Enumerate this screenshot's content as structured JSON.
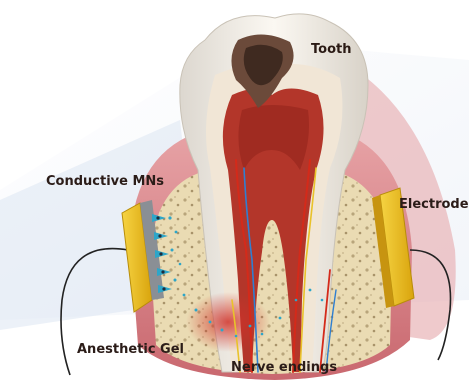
{
  "labels": {
    "tooth": "Tooth",
    "conductive_mns": "Conductive MNs",
    "electrode": "Electrode",
    "anesthetic_gel": "Anesthetic Gel",
    "nerve_endings": "Nerve endings"
  },
  "colors": {
    "gum": "#d9848a",
    "bone": "#eadbb3",
    "enamel": "#f4efe6",
    "pulp": "#b3362a",
    "decay": "#6b4a3a",
    "electrode": "#f2c21a",
    "microneedle": "#2da6c9",
    "nerve": "#d42a1a"
  }
}
